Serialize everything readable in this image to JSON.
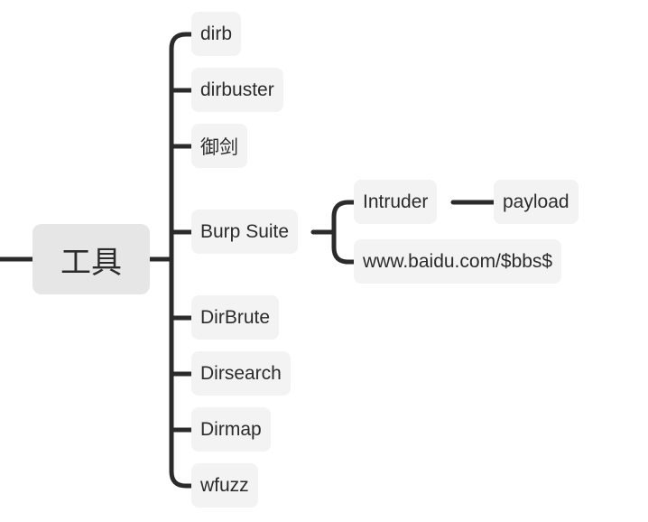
{
  "root": {
    "label": "工具"
  },
  "children": [
    {
      "label": "dirb"
    },
    {
      "label": "dirbuster"
    },
    {
      "label": "御剑"
    },
    {
      "label": "Burp Suite",
      "children": [
        {
          "label": "Intruder",
          "children": [
            {
              "label": "payload"
            }
          ]
        },
        {
          "label": "www.baidu.com/$bbs$"
        }
      ]
    },
    {
      "label": "DirBrute"
    },
    {
      "label": "Dirsearch"
    },
    {
      "label": "Dirmap"
    },
    {
      "label": "wfuzz"
    }
  ]
}
